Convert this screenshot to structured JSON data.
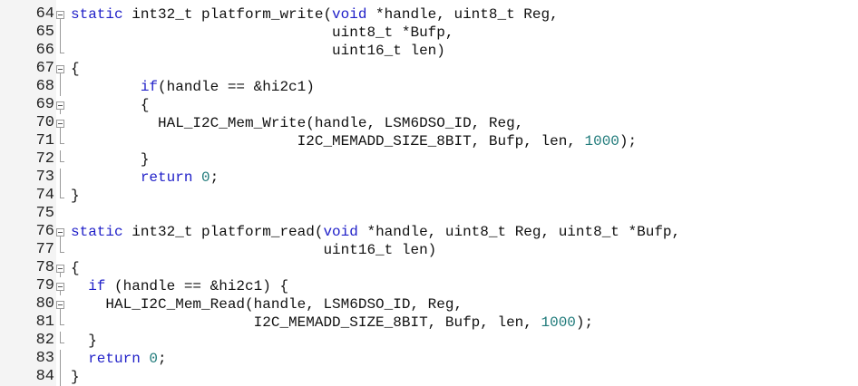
{
  "colors": {
    "keyword": "#1f1fc8",
    "number": "#1f7a7a",
    "text": "#111111",
    "gutter_bg": "#f4f4f4"
  },
  "lines": [
    {
      "n": "64",
      "fold": "box",
      "indent": 0,
      "tokens": [
        [
          "kw",
          "static"
        ],
        [
          "t",
          " int32_t platform_write("
        ],
        [
          "kw",
          "void"
        ],
        [
          "t",
          " *handle, uint8_t Reg,"
        ]
      ]
    },
    {
      "n": "65",
      "fold": "line",
      "indent": 0,
      "tokens": [
        [
          "t",
          "                              uint8_t *Bufp,"
        ]
      ]
    },
    {
      "n": "66",
      "fold": "end",
      "indent": 0,
      "tokens": [
        [
          "t",
          "                              uint16_t len)"
        ]
      ]
    },
    {
      "n": "67",
      "fold": "box",
      "indent": 0,
      "tokens": [
        [
          "t",
          "{"
        ]
      ]
    },
    {
      "n": "68",
      "fold": "line",
      "indent": 0,
      "tokens": [
        [
          "t",
          "        "
        ],
        [
          "kw",
          "if"
        ],
        [
          "t",
          "(handle == &hi2c1)"
        ]
      ]
    },
    {
      "n": "69",
      "fold": "box",
      "indent": 0,
      "tokens": [
        [
          "t",
          "        {"
        ]
      ]
    },
    {
      "n": "70",
      "fold": "box",
      "indent": 0,
      "tokens": [
        [
          "t",
          "          HAL_I2C_Mem_Write(handle, LSM6DSO_ID, Reg,"
        ]
      ]
    },
    {
      "n": "71",
      "fold": "end",
      "indent": 0,
      "tokens": [
        [
          "t",
          "                          I2C_MEMADD_SIZE_8BIT, Bufp, len, "
        ],
        [
          "num",
          "1000"
        ],
        [
          "t",
          ");"
        ]
      ]
    },
    {
      "n": "72",
      "fold": "end",
      "indent": 0,
      "tokens": [
        [
          "t",
          "        }"
        ]
      ]
    },
    {
      "n": "73",
      "fold": "line",
      "indent": 0,
      "tokens": [
        [
          "t",
          "        "
        ],
        [
          "kw",
          "return"
        ],
        [
          "t",
          " "
        ],
        [
          "num",
          "0"
        ],
        [
          "t",
          ";"
        ]
      ]
    },
    {
      "n": "74",
      "fold": "end",
      "indent": 0,
      "tokens": [
        [
          "t",
          "}"
        ]
      ]
    },
    {
      "n": "75",
      "fold": "none",
      "indent": 0,
      "tokens": []
    },
    {
      "n": "76",
      "fold": "box",
      "indent": 0,
      "tokens": [
        [
          "kw",
          "static"
        ],
        [
          "t",
          " int32_t platform_read("
        ],
        [
          "kw",
          "void"
        ],
        [
          "t",
          " *handle, uint8_t Reg, uint8_t *Bufp,"
        ]
      ]
    },
    {
      "n": "77",
      "fold": "end",
      "indent": 0,
      "tokens": [
        [
          "t",
          "                             uint16_t len)"
        ]
      ]
    },
    {
      "n": "78",
      "fold": "box",
      "indent": 0,
      "tokens": [
        [
          "t",
          "{"
        ]
      ]
    },
    {
      "n": "79",
      "fold": "box",
      "indent": 0,
      "tokens": [
        [
          "t",
          "  "
        ],
        [
          "kw",
          "if"
        ],
        [
          "t",
          " (handle == &hi2c1) {"
        ]
      ]
    },
    {
      "n": "80",
      "fold": "box",
      "indent": 0,
      "tokens": [
        [
          "t",
          "    HAL_I2C_Mem_Read(handle, LSM6DSO_ID, Reg,"
        ]
      ]
    },
    {
      "n": "81",
      "fold": "end",
      "indent": 0,
      "tokens": [
        [
          "t",
          "                     I2C_MEMADD_SIZE_8BIT, Bufp, len, "
        ],
        [
          "num",
          "1000"
        ],
        [
          "t",
          ");"
        ]
      ]
    },
    {
      "n": "82",
      "fold": "end",
      "indent": 0,
      "tokens": [
        [
          "t",
          "  }"
        ]
      ]
    },
    {
      "n": "83",
      "fold": "line",
      "indent": 0,
      "tokens": [
        [
          "t",
          "  "
        ],
        [
          "kw",
          "return"
        ],
        [
          "t",
          " "
        ],
        [
          "num",
          "0"
        ],
        [
          "t",
          ";"
        ]
      ]
    },
    {
      "n": "84",
      "fold": "line",
      "indent": 0,
      "tokens": [
        [
          "t",
          "}"
        ]
      ]
    }
  ]
}
